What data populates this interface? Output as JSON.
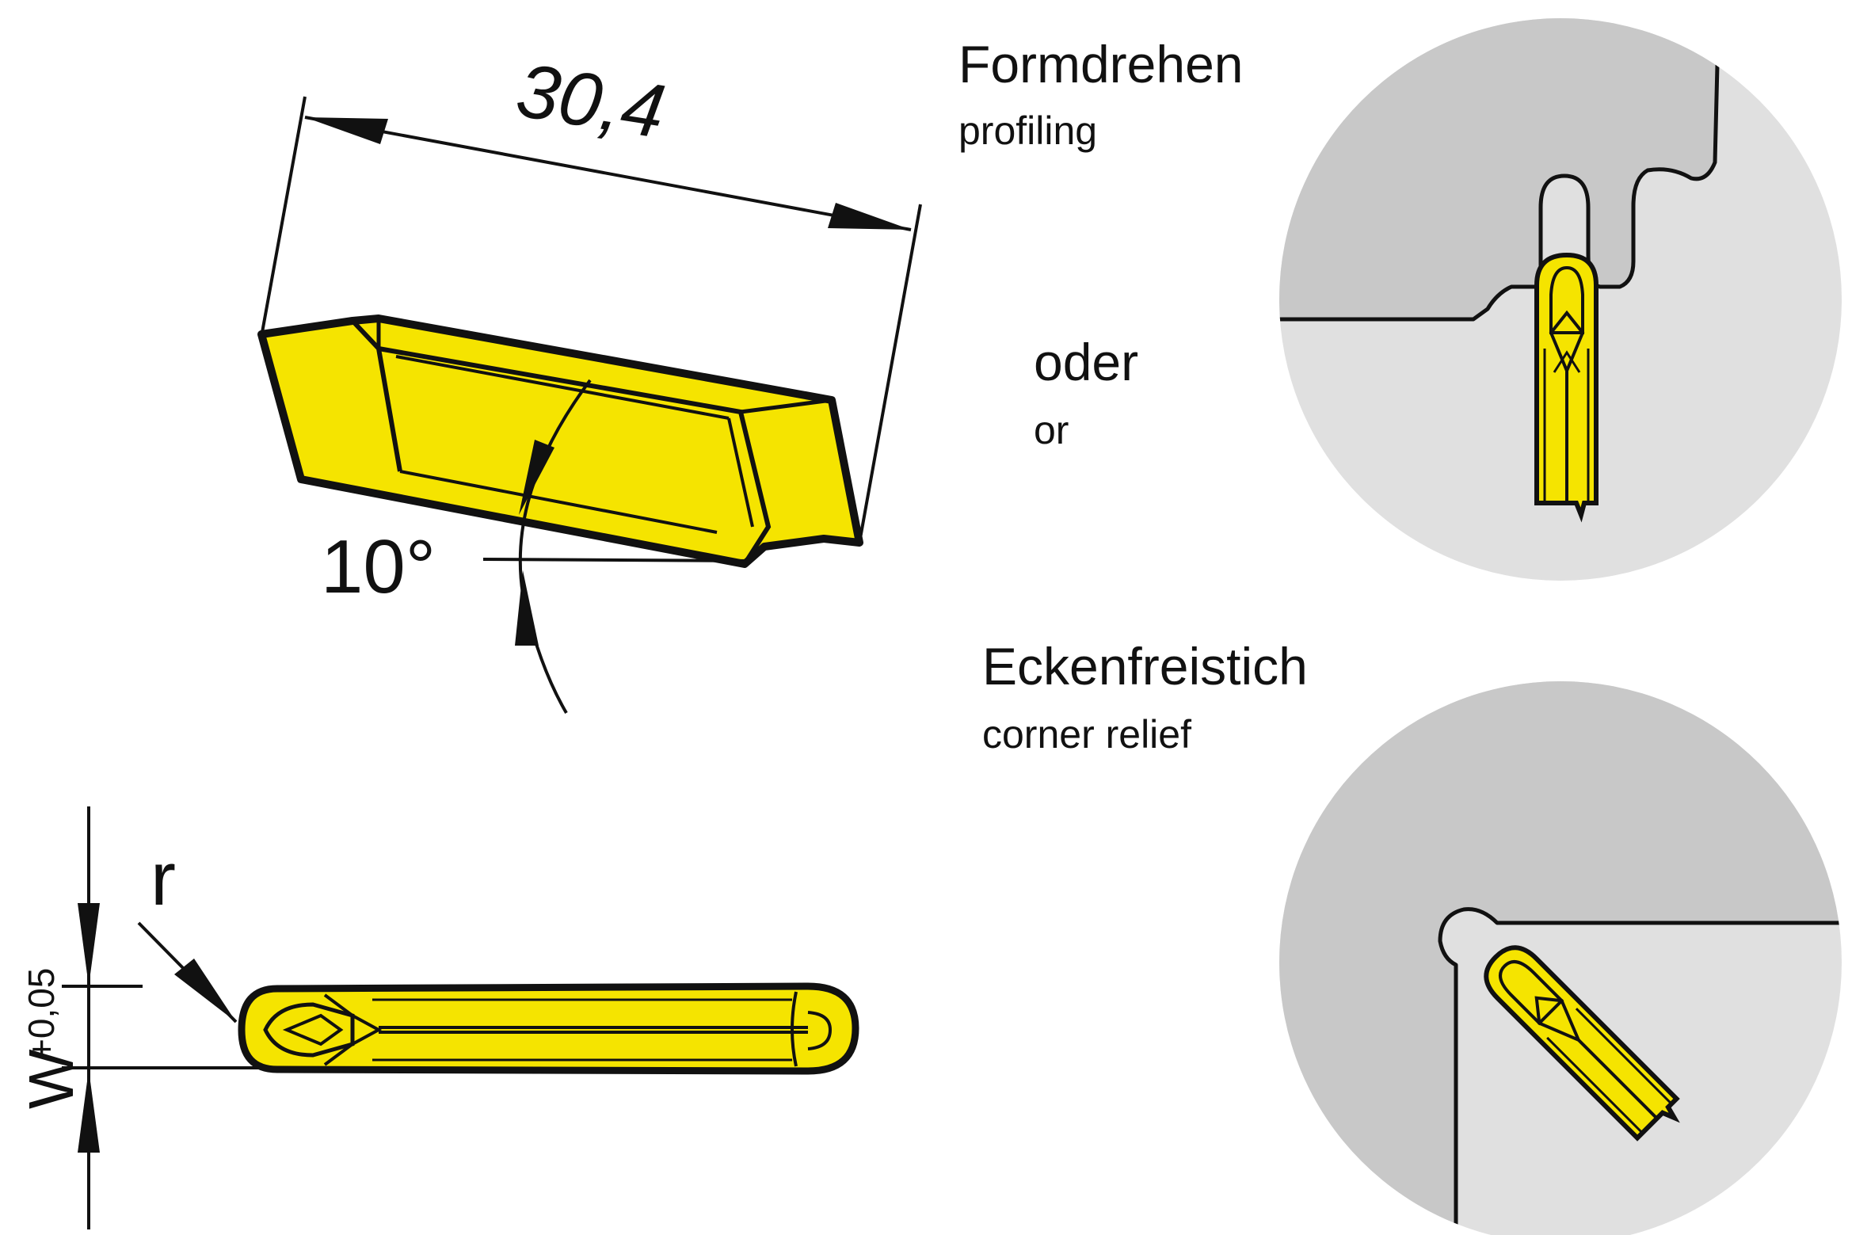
{
  "dimensions": {
    "length": "30,4",
    "angle": "10°",
    "radius": "r",
    "width": "W",
    "width_tolerance": "+0,05"
  },
  "applications": {
    "profiling_de": "Formdrehen",
    "profiling_en": "profiling",
    "or_de": "oder",
    "or_en": "or",
    "corner_relief_de": "Eckenfreistich",
    "corner_relief_en": "corner relief"
  },
  "colors": {
    "insert": "#f5e400",
    "insert_outline": "#111111",
    "workpiece_dark": "#c8c8c8",
    "workpiece_light": "#e0e0e0"
  }
}
